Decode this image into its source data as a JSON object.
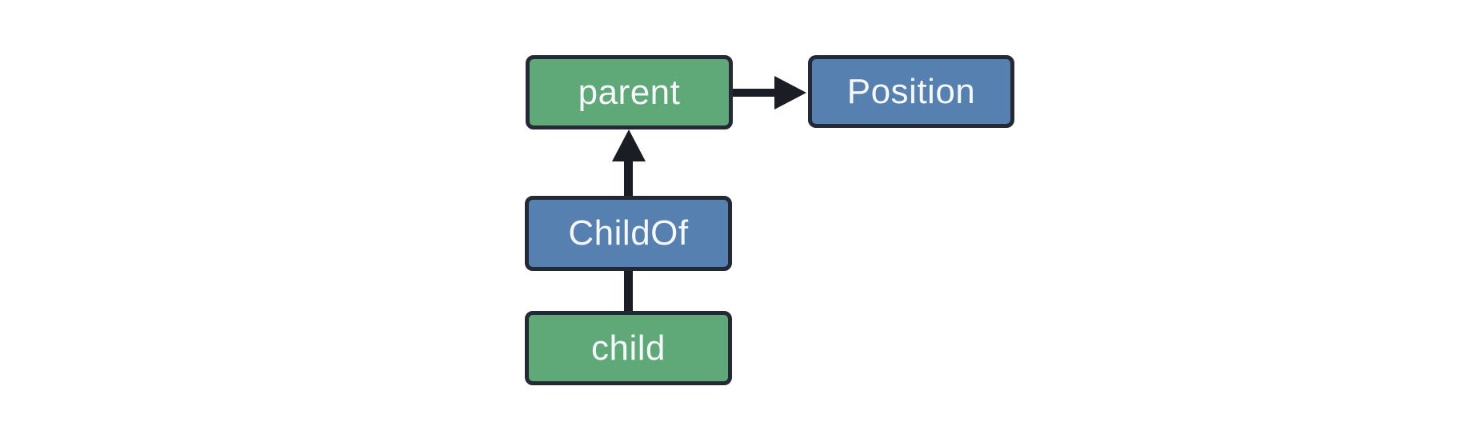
{
  "diagram": {
    "background": "#ffffff",
    "colors": {
      "entity_fill": "#5fa877",
      "component_fill": "#5580b0",
      "node_border": "#242a35",
      "edge": "#1a1d24",
      "label_text": "#f5f7fa",
      "background": "#ffffff"
    },
    "nodes": [
      {
        "id": "parent",
        "label": "parent",
        "kind": "entity"
      },
      {
        "id": "Position",
        "label": "Position",
        "kind": "component"
      },
      {
        "id": "ChildOf",
        "label": "ChildOf",
        "kind": "component"
      },
      {
        "id": "child",
        "label": "child",
        "kind": "entity"
      }
    ],
    "edges": [
      {
        "from": "parent",
        "to": "Position",
        "type": "arrow",
        "direction": "right"
      },
      {
        "from": "ChildOf",
        "to": "parent",
        "type": "arrow",
        "direction": "up"
      },
      {
        "from": "child",
        "to": "ChildOf",
        "type": "line",
        "direction": "up"
      }
    ]
  }
}
